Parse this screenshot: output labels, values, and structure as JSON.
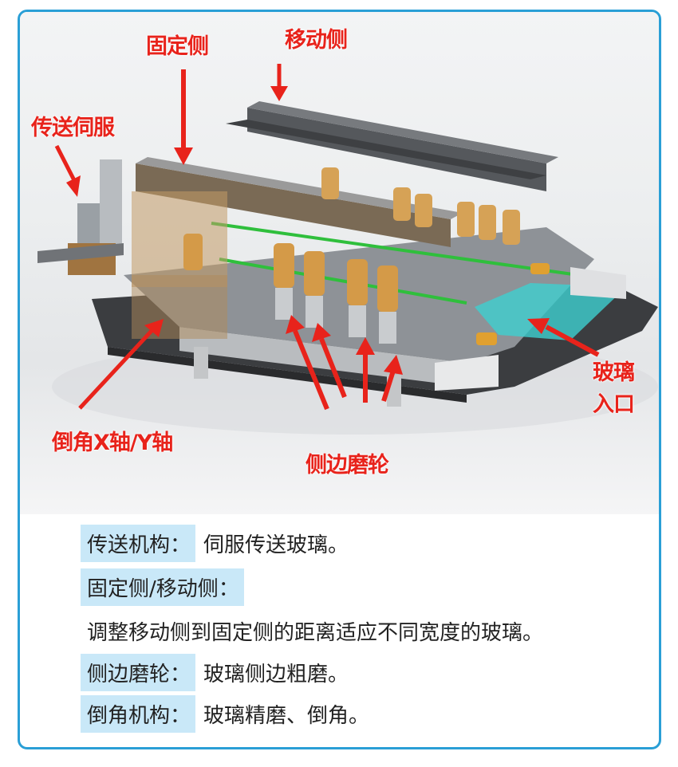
{
  "figure": {
    "callouts": {
      "fixed_side": "固定侧",
      "moving_side": "移动侧",
      "conveyor_servo": "传送伺服",
      "chamfer_axes": "倒角X轴/Y轴",
      "side_grinding_wheels": "侧边磨轮",
      "glass_inlet_line1": "玻璃",
      "glass_inlet_line2": "入口"
    },
    "colors": {
      "callout": "#e8231b",
      "border": "#2a9fd6",
      "tag_background": "#c9e8f8",
      "glass": "#3fd0d0"
    }
  },
  "legend": {
    "items": [
      {
        "label": "传送机构：",
        "text": "伺服传送玻璃。"
      },
      {
        "label": "固定侧/移动侧：",
        "text": ""
      },
      {
        "label": "",
        "text": "调整移动侧到固定侧的距离适应不同宽度的玻璃。"
      },
      {
        "label": "侧边磨轮：",
        "text": "玻璃侧边粗磨。"
      },
      {
        "label": "倒角机构：",
        "text": "玻璃精磨、倒角。"
      }
    ]
  }
}
